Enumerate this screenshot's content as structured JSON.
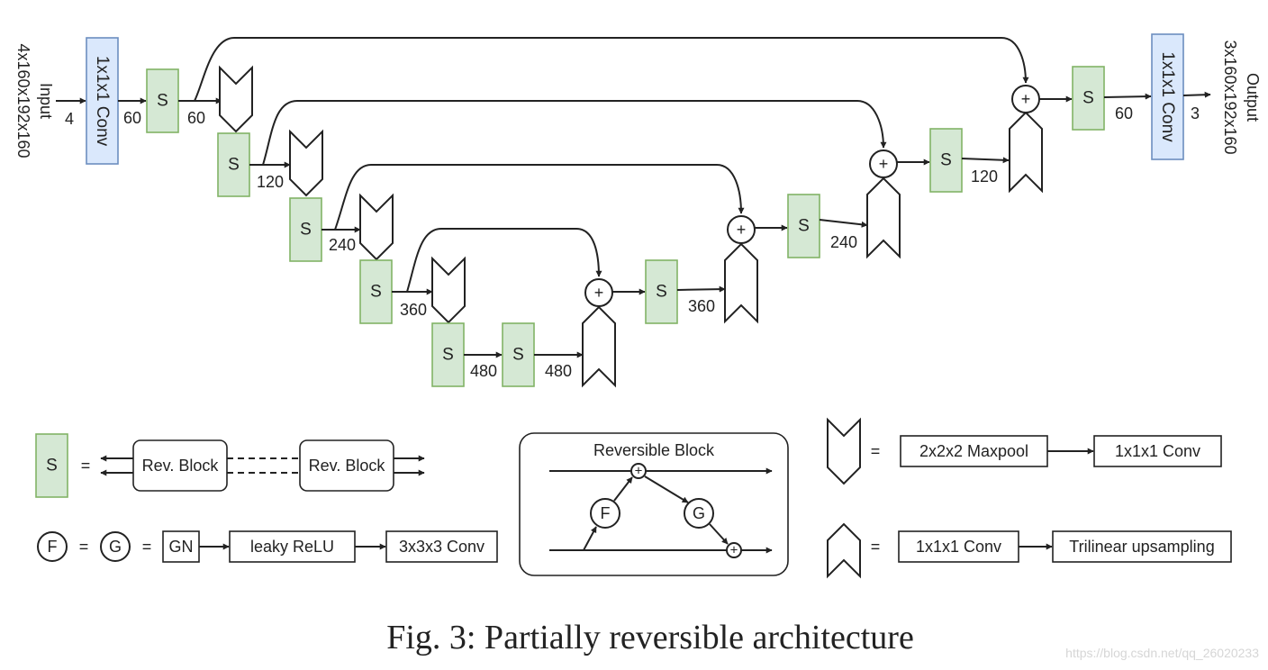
{
  "io": {
    "input_label": "Input",
    "input_dims": "4x160x192x160",
    "output_label": "Output",
    "output_dims": "3x160x192x160"
  },
  "blocks": {
    "s": "S",
    "conv_in": "1x1x1 Conv",
    "conv_out": "1x1x1 Conv",
    "plus": "+"
  },
  "channels": {
    "in": "4",
    "c60a": "60",
    "c60b": "60",
    "c120a": "120",
    "c240a": "240",
    "c360a": "360",
    "c480a": "480",
    "c480b": "480",
    "c360b": "360",
    "c240b": "240",
    "c120b": "120",
    "c60c": "60",
    "out": "3"
  },
  "legend": {
    "equals": "=",
    "rev_block": "Rev. Block",
    "rev_block_title": "Reversible Block",
    "f": "F",
    "g": "G",
    "gn": "GN",
    "leaky_relu": "leaky ReLU",
    "conv333": "3x3x3 Conv",
    "maxpool": "2x2x2 Maxpool",
    "conv111": "1x1x1 Conv",
    "trilinear": "Trilinear upsampling"
  },
  "caption": "Fig. 3: Partially reversible architecture",
  "watermark": "https://blog.csdn.net/qq_26020233"
}
